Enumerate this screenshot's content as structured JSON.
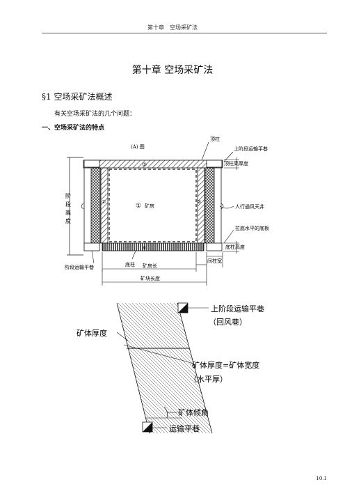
{
  "header": {
    "running_title": "第十章　空场采矿法"
  },
  "chapter_title": "第十章  空场采矿法",
  "section_title": "§1  空场采矿法概述",
  "intro_text": "有关空场采矿法的几个问题：",
  "subsection_title": "一、空场采矿法的特点",
  "figure_a": {
    "caption": "(A) 图",
    "labels": {
      "top_pillar": "顶柱",
      "upper_level_haulage": "上阶段运输平巷",
      "top_pillar_height": "顶柱高厚度",
      "level_height_chars": [
        "阶",
        "段",
        "高",
        "度"
      ],
      "stope": "矿房",
      "stope_num": "①",
      "pillar_num_top": "③",
      "pillar_num_left": "②",
      "pillar_num_right": "②",
      "pillar_num_bottom": "④",
      "raise": "人行通风天井",
      "bottom_slab": "拉底水平的底板",
      "bottom_pillar_height": "底柱高度",
      "rib_pillar_width": "间柱宽",
      "level_haulage": "阶段运输平巷",
      "bottom_pillar": "底柱",
      "stope_length": "矿房长",
      "block_length": "矿块长度"
    }
  },
  "figure_b": {
    "labels": {
      "upper_haulage": "上阶段运输平巷",
      "return_drift": "（回风巷）",
      "ore_thickness": "矿体厚度",
      "thickness_eq": "矿体厚度=矿体宽度",
      "horizontal": "（水平厚）",
      "dip_angle": "矿体倾角",
      "haulage": "运输平巷"
    }
  },
  "page_number": "10.1"
}
